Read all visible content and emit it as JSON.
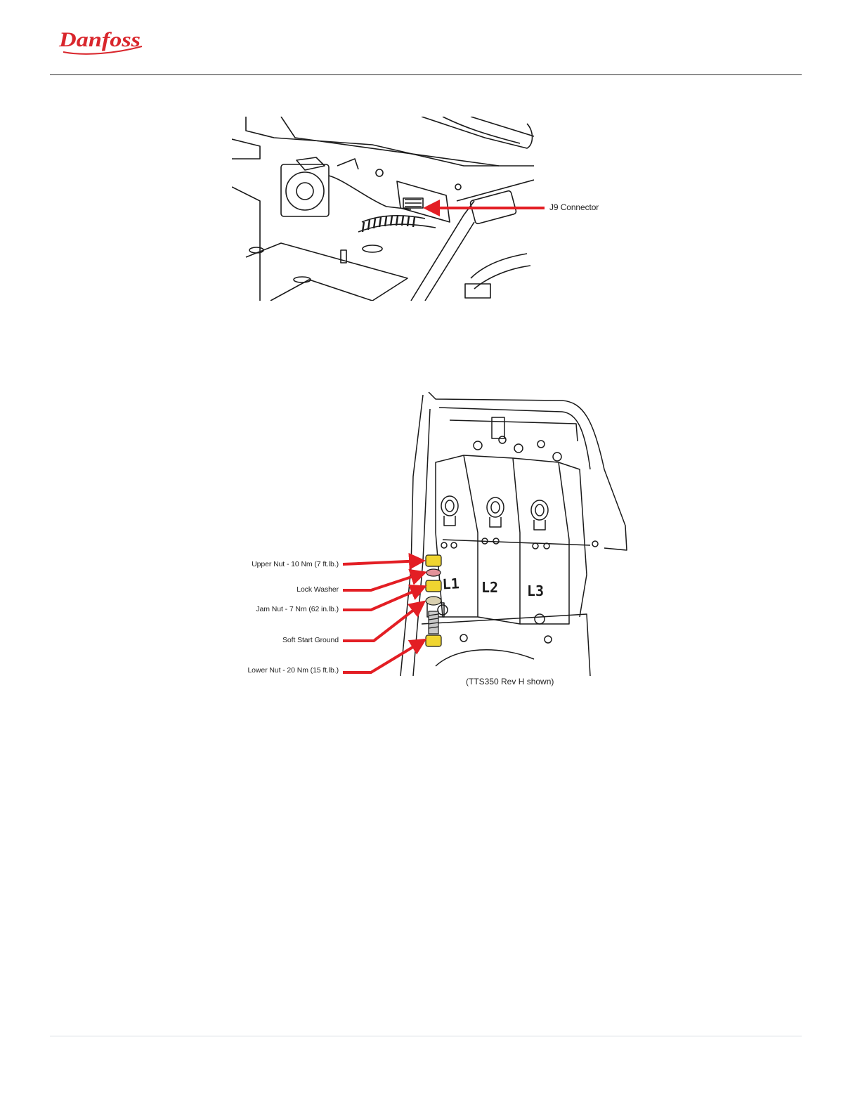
{
  "header": {
    "brand": "Danfoss",
    "logo_color": "#d9262c"
  },
  "figure1": {
    "callout": "J9 Connector",
    "callout_color": "#e31e24"
  },
  "figure2": {
    "callouts": [
      "Upper Nut - 10 Nm (7 ft.lb.)",
      "Lock Washer",
      "Jam Nut - 7 Nm (62 in.lb.)",
      "Soft Start Ground",
      "Lower Nut - 20 Nm (15 ft.lb.)"
    ],
    "phase_labels": [
      "L1",
      "L2",
      "L3"
    ],
    "caption": "(TTS350 Rev H shown)",
    "nut_color": "#f0d530",
    "washer_color": "#e3929a"
  }
}
